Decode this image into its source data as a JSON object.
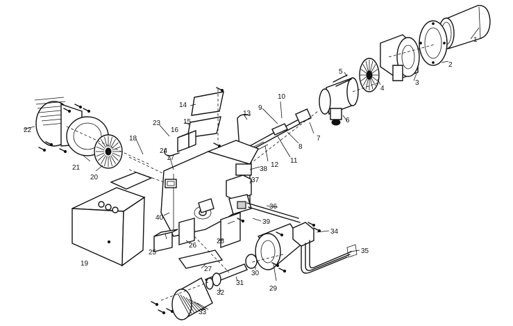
{
  "diagram": {
    "callouts": [
      {
        "id": "c1",
        "text": "1"
      },
      {
        "id": "c2",
        "text": "2"
      },
      {
        "id": "c3",
        "text": "3"
      },
      {
        "id": "c4",
        "text": "4"
      },
      {
        "id": "c5",
        "text": "5"
      },
      {
        "id": "c6",
        "text": "6"
      },
      {
        "id": "c7",
        "text": "7"
      },
      {
        "id": "c8",
        "text": "8"
      },
      {
        "id": "c9",
        "text": "9"
      },
      {
        "id": "c10",
        "text": "10"
      },
      {
        "id": "c11",
        "text": "11"
      },
      {
        "id": "c12",
        "text": "12"
      },
      {
        "id": "c13",
        "text": "13"
      },
      {
        "id": "c14",
        "text": "14"
      },
      {
        "id": "c15",
        "text": "15"
      },
      {
        "id": "c16",
        "text": "16"
      },
      {
        "id": "c17",
        "text": "17"
      },
      {
        "id": "c18",
        "text": "18"
      },
      {
        "id": "c19",
        "text": "19"
      },
      {
        "id": "c20",
        "text": "20"
      },
      {
        "id": "c21",
        "text": "21"
      },
      {
        "id": "c22",
        "text": "22"
      },
      {
        "id": "c23",
        "text": "23"
      },
      {
        "id": "c24",
        "text": "24"
      },
      {
        "id": "c25",
        "text": "25"
      },
      {
        "id": "c26",
        "text": "26"
      },
      {
        "id": "c27",
        "text": "27"
      },
      {
        "id": "c28",
        "text": "28"
      },
      {
        "id": "c29",
        "text": "29"
      },
      {
        "id": "c30",
        "text": "30"
      },
      {
        "id": "c31",
        "text": "31"
      },
      {
        "id": "c32",
        "text": "32"
      },
      {
        "id": "c33",
        "text": "33"
      },
      {
        "id": "c34",
        "text": "34"
      },
      {
        "id": "c35",
        "text": "35"
      },
      {
        "id": "c36",
        "text": "36"
      },
      {
        "id": "c37",
        "text": "37"
      },
      {
        "id": "c38",
        "text": "38"
      },
      {
        "id": "c39",
        "text": "39"
      },
      {
        "id": "c40",
        "text": "40"
      }
    ]
  }
}
